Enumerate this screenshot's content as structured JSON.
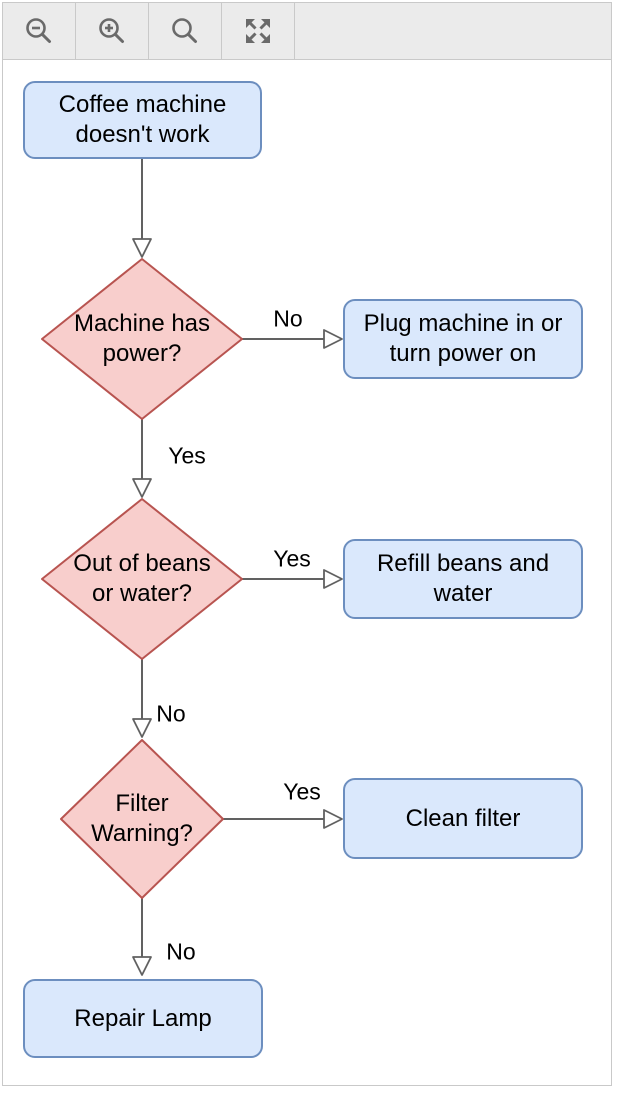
{
  "toolbar": {
    "buttons": [
      {
        "id": "zoom-out",
        "icon": "magnifier-minus"
      },
      {
        "id": "zoom-in",
        "icon": "magnifier-plus"
      },
      {
        "id": "zoom-reset",
        "icon": "magnifier"
      },
      {
        "id": "fit-page",
        "icon": "expand-arrows"
      }
    ]
  },
  "colors": {
    "process_fill": "#dae8fc",
    "process_stroke": "#6c8ebf",
    "decision_fill": "#f8cecc",
    "decision_stroke": "#b85450",
    "edge_stroke": "#616161",
    "toolbar_bg": "#ebebeb",
    "border": "#c9c9c9",
    "icon": "#6a6a6a"
  },
  "flowchart": {
    "nodes": [
      {
        "id": "start",
        "shape": "rounded-rectangle",
        "label": "Coffee machine\ndoesn't work"
      },
      {
        "id": "has-power",
        "shape": "diamond",
        "label": "Machine has\npower?"
      },
      {
        "id": "plug-in",
        "shape": "rounded-rectangle",
        "label": "Plug machine in or\nturn power on"
      },
      {
        "id": "out-of-beans",
        "shape": "diamond",
        "label": "Out of beans\nor water?"
      },
      {
        "id": "refill",
        "shape": "rounded-rectangle",
        "label": "Refill beans and\nwater"
      },
      {
        "id": "filter-warning",
        "shape": "diamond",
        "label": "Filter\nWarning?"
      },
      {
        "id": "clean-filter",
        "shape": "rounded-rectangle",
        "label": "Clean filter"
      },
      {
        "id": "repair-lamp",
        "shape": "rounded-rectangle",
        "label": "Repair Lamp"
      }
    ],
    "edges": [
      {
        "from": "start",
        "to": "has-power",
        "label": ""
      },
      {
        "from": "has-power",
        "to": "plug-in",
        "label": "No"
      },
      {
        "from": "has-power",
        "to": "out-of-beans",
        "label": "Yes"
      },
      {
        "from": "out-of-beans",
        "to": "refill",
        "label": "Yes"
      },
      {
        "from": "out-of-beans",
        "to": "filter-warning",
        "label": "No"
      },
      {
        "from": "filter-warning",
        "to": "clean-filter",
        "label": "Yes"
      },
      {
        "from": "filter-warning",
        "to": "repair-lamp",
        "label": "No"
      }
    ]
  }
}
